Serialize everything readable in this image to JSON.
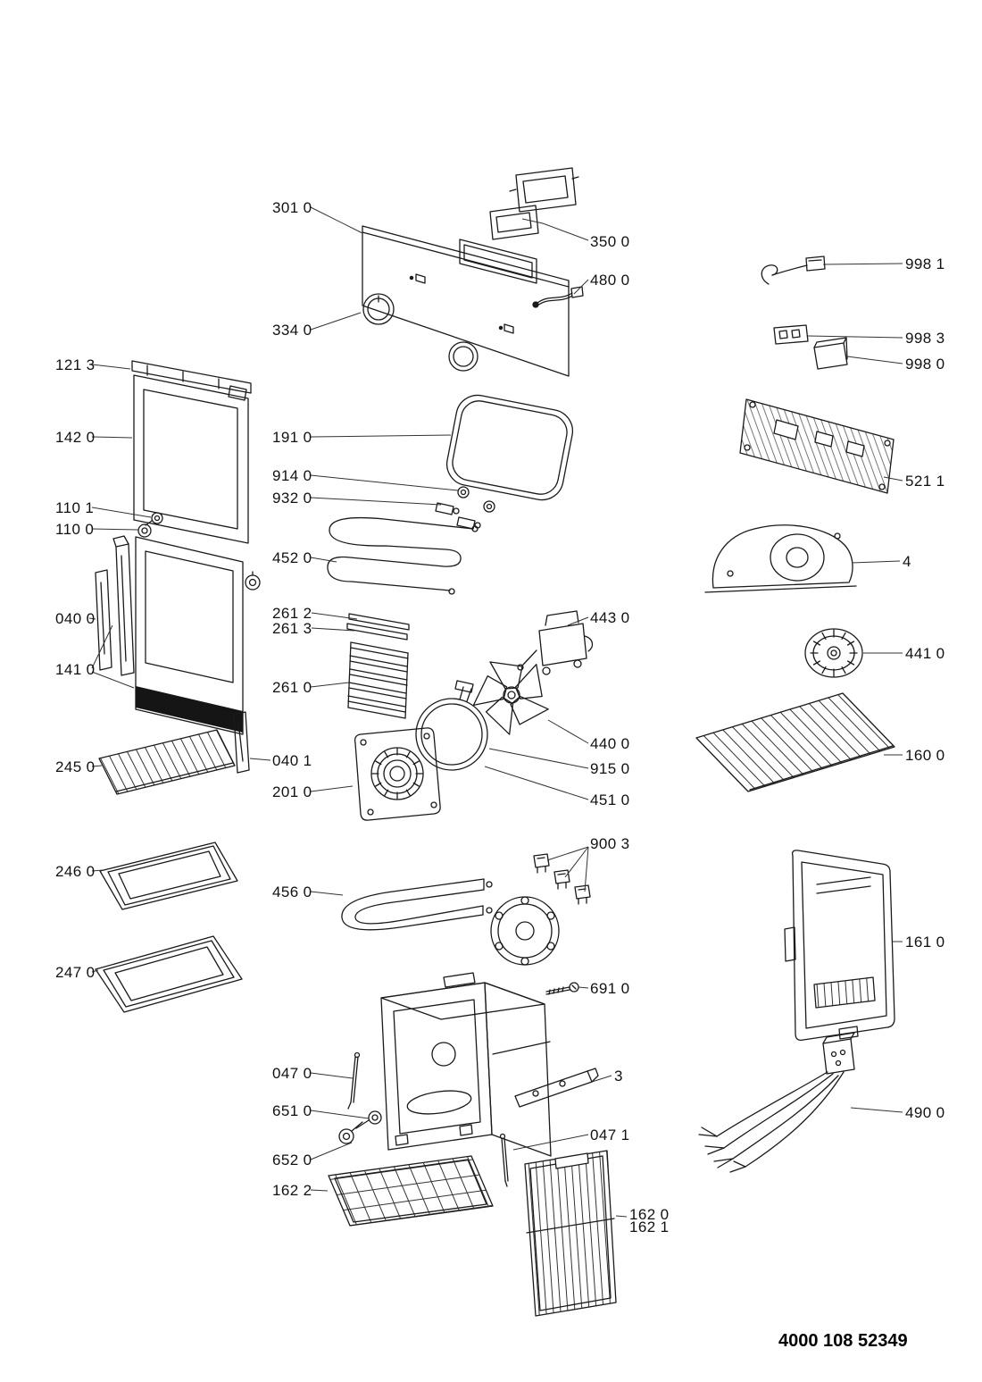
{
  "colors": {
    "line": "#1a1a1a",
    "background": "#ffffff"
  },
  "footer": {
    "doc_number": "4000 108 52349"
  },
  "labels": [
    {
      "text": "301 0"
    },
    {
      "text": "350 0"
    },
    {
      "text": "480 0"
    },
    {
      "text": "998 1"
    },
    {
      "text": "334 0"
    },
    {
      "text": "998 3"
    },
    {
      "text": "998 0"
    },
    {
      "text": "121 3"
    },
    {
      "text": "142 0"
    },
    {
      "text": "191 0"
    },
    {
      "text": "914 0"
    },
    {
      "text": "932 0"
    },
    {
      "text": "521 1"
    },
    {
      "text": "110 1"
    },
    {
      "text": "110 0"
    },
    {
      "text": "452 0"
    },
    {
      "text": "4"
    },
    {
      "text": "040 0"
    },
    {
      "text": "261 2"
    },
    {
      "text": "261 3"
    },
    {
      "text": "443 0"
    },
    {
      "text": "441 0"
    },
    {
      "text": "141 0"
    },
    {
      "text": "261 0"
    },
    {
      "text": "440 0"
    },
    {
      "text": "160 0"
    },
    {
      "text": "245 0"
    },
    {
      "text": "040 1"
    },
    {
      "text": "915 0"
    },
    {
      "text": "201 0"
    },
    {
      "text": "451 0"
    },
    {
      "text": "900 3"
    },
    {
      "text": "246 0"
    },
    {
      "text": "456 0"
    },
    {
      "text": "161 0"
    },
    {
      "text": "247 0"
    },
    {
      "text": "691 0"
    },
    {
      "text": "047 0"
    },
    {
      "text": "3"
    },
    {
      "text": "651 0"
    },
    {
      "text": "490 0"
    },
    {
      "text": "652 0"
    },
    {
      "text": "047 1"
    },
    {
      "text": "162 2"
    },
    {
      "text": "162 0"
    },
    {
      "text": "162 1"
    }
  ]
}
